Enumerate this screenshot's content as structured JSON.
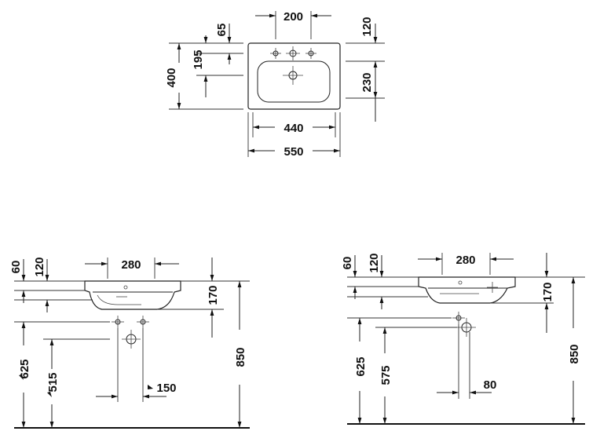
{
  "top_view": {
    "dims": {
      "d200": "200",
      "d120": "120",
      "d65": "65",
      "d195": "195",
      "d400": "400",
      "d230": "230",
      "d440": "440",
      "d550": "550"
    }
  },
  "front_view": {
    "dims": {
      "d60": "60",
      "d120": "120",
      "d280": "280",
      "d170": "170",
      "d625": "625",
      "d515": "515",
      "d150": "150",
      "d850": "850"
    }
  },
  "side_view": {
    "dims": {
      "d60": "60",
      "d120": "120",
      "d280": "280",
      "d170": "170",
      "d625": "625",
      "d575": "575",
      "d80": "80",
      "d850": "850"
    }
  }
}
